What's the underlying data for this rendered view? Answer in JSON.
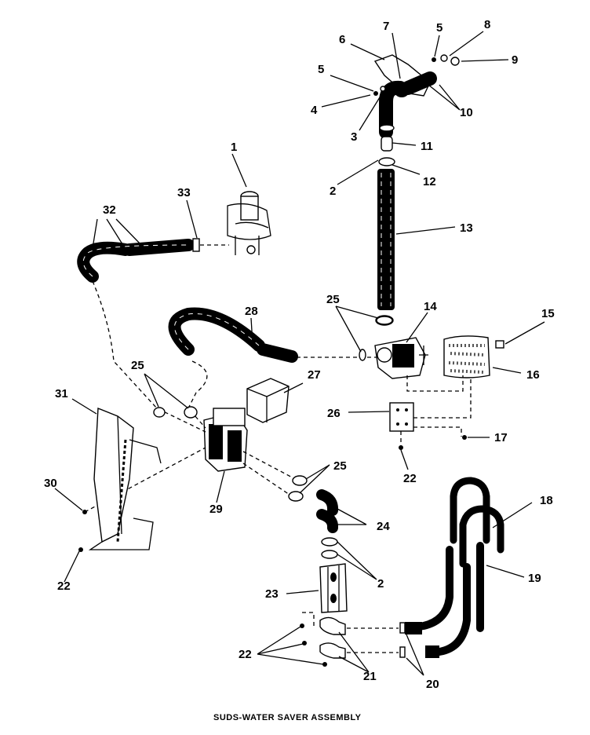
{
  "caption": "SUDS-WATER SAVER ASSEMBLY",
  "labels": {
    "p1": "1",
    "p2a": "2",
    "p2b": "2",
    "p3": "3",
    "p4": "4",
    "p5a": "5",
    "p5b": "5",
    "p6": "6",
    "p7": "7",
    "p8": "8",
    "p9": "9",
    "p10": "10",
    "p11": "11",
    "p12": "12",
    "p13": "13",
    "p14": "14",
    "p15": "15",
    "p16": "16",
    "p17": "17",
    "p18": "18",
    "p19": "19",
    "p20": "20",
    "p21": "21",
    "p22a": "22",
    "p22b": "22",
    "p22c": "22",
    "p23": "23",
    "p24": "24",
    "p25a": "25",
    "p25b": "25",
    "p25c": "25",
    "p26": "26",
    "p27": "27",
    "p28": "28",
    "p29": "29",
    "p30": "30",
    "p31": "31",
    "p32": "32",
    "p33": "33"
  }
}
